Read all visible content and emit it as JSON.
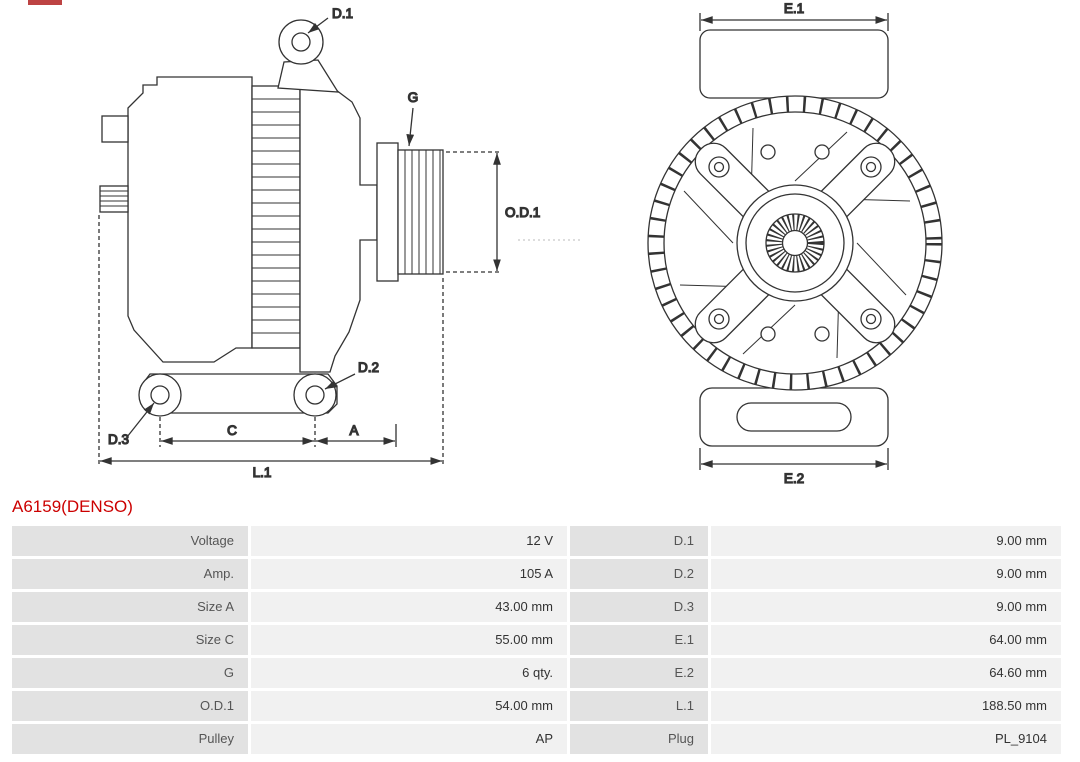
{
  "title": "A6159(DENSO)",
  "colors": {
    "title": "#cc0000",
    "line": "#333333",
    "cell_label_bg": "#e2e2e2",
    "cell_value_bg": "#f1f1f1"
  },
  "diagram": {
    "labels": {
      "d1": "D.1",
      "d2": "D.2",
      "d3": "D.3",
      "g": "G",
      "od1": "O.D.1",
      "c": "C",
      "a": "A",
      "l1": "L.1",
      "e1": "E.1",
      "e2": "E.2"
    }
  },
  "table": {
    "rows": [
      {
        "label1": "Voltage",
        "value1": "12 V",
        "label2": "D.1",
        "value2": "9.00 mm"
      },
      {
        "label1": "Amp.",
        "value1": "105 A",
        "label2": "D.2",
        "value2": "9.00 mm"
      },
      {
        "label1": "Size A",
        "value1": "43.00 mm",
        "label2": "D.3",
        "value2": "9.00 mm"
      },
      {
        "label1": "Size C",
        "value1": "55.00 mm",
        "label2": "E.1",
        "value2": "64.00 mm"
      },
      {
        "label1": "G",
        "value1": "6 qty.",
        "label2": "E.2",
        "value2": "64.60 mm"
      },
      {
        "label1": "O.D.1",
        "value1": "54.00 mm",
        "label2": "L.1",
        "value2": "188.50 mm"
      },
      {
        "label1": "Pulley",
        "value1": "AP",
        "label2": "Plug",
        "value2": "PL_9104"
      }
    ]
  }
}
